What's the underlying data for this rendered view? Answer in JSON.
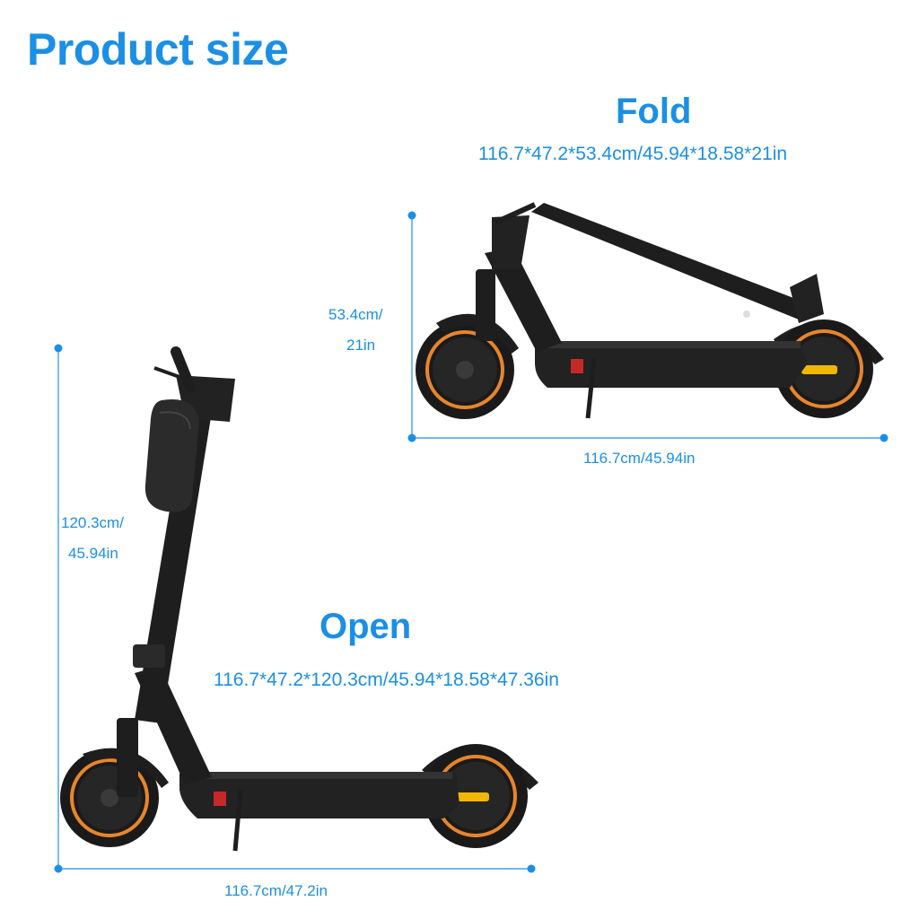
{
  "title": "Product size",
  "fold": {
    "heading": "Fold",
    "dimensions": "116.7*47.2*53.4cm/45.94*18.58*21in",
    "height_line1": "53.4cm/",
    "height_line2": "21in",
    "length_label": "116.7cm/45.94in"
  },
  "open": {
    "heading": "Open",
    "dimensions": "116.7*47.2*120.3cm/45.94*18.58*47.36in",
    "height_line1": "120.3cm/",
    "height_line2": "45.94in",
    "length_label": "116.7cm/47.2in"
  },
  "colors": {
    "accent": "#1b8fe6",
    "scooter_body": "#1e1e1e",
    "wheel_rim": "#e8852a",
    "reflector": "#f2b705"
  }
}
